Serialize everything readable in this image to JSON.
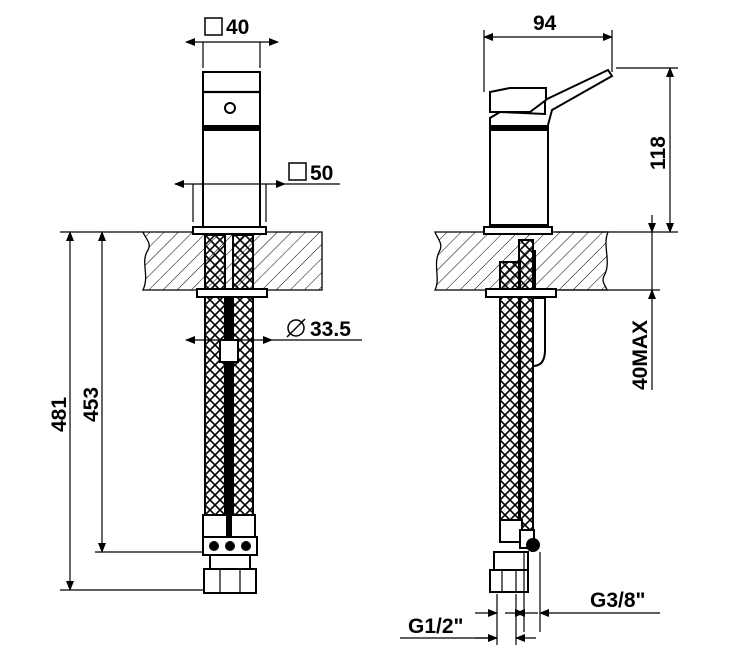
{
  "dimensions": {
    "body_width": "40",
    "base_width": "50",
    "connection_diameter": "33.5",
    "total_length": "481",
    "hose_length": "453",
    "depth": "94",
    "height": "118",
    "max_counter_thickness": "40MAX",
    "inlet_thread_left": "G1/2\"",
    "inlet_thread_right": "G3/8\""
  },
  "symbols": {
    "square": "square-symbol",
    "diameter": "diameter-symbol"
  }
}
